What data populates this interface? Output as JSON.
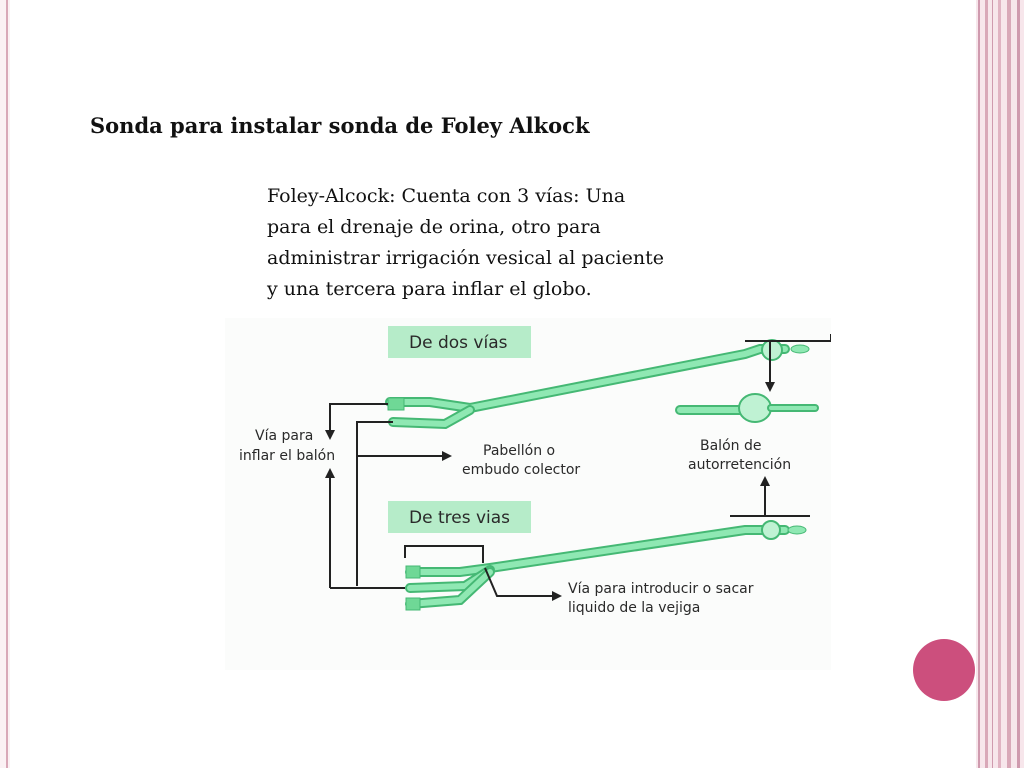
{
  "title": "Sonda para instalar sonda de Foley Alkock",
  "description_lines": [
    "Foley-Alcock: Cuenta con 3 vías: Una",
    "para el drenaje de orina, otro para",
    "administrar irrigación vesical al paciente",
    "y una tercera para inflar el globo."
  ],
  "diagram": {
    "label_two_way": "De dos vías",
    "label_three_way": "De tres vias",
    "label_inflate_line1": "Vía para",
    "label_inflate_line2": "inflar el balón",
    "label_funnel_line1": "Pabellón o",
    "label_funnel_line2": "embudo colector",
    "label_balloon_line1": "Balón de",
    "label_balloon_line2": "autorretención",
    "label_fluid_line1": "Vía para introducir o sacar",
    "label_fluid_line2": "liquido de la vejiga"
  },
  "colors": {
    "catheter_green": "#7ee0a3",
    "catheter_outline": "#45b874",
    "label_box": "#b6ecc9",
    "accent_circle": "#cc4f7d",
    "border_pink": "#d9a8b8"
  }
}
